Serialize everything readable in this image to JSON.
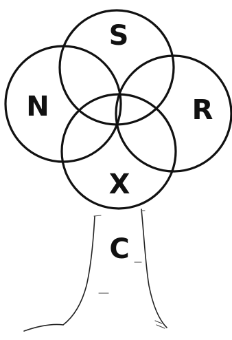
{
  "diagram": {
    "circles": [
      {
        "id": "top",
        "label": "S"
      },
      {
        "id": "left",
        "label": "N"
      },
      {
        "id": "right",
        "label": "R"
      },
      {
        "id": "bottom",
        "label": "X"
      }
    ],
    "trunk": {
      "label": "C"
    }
  }
}
